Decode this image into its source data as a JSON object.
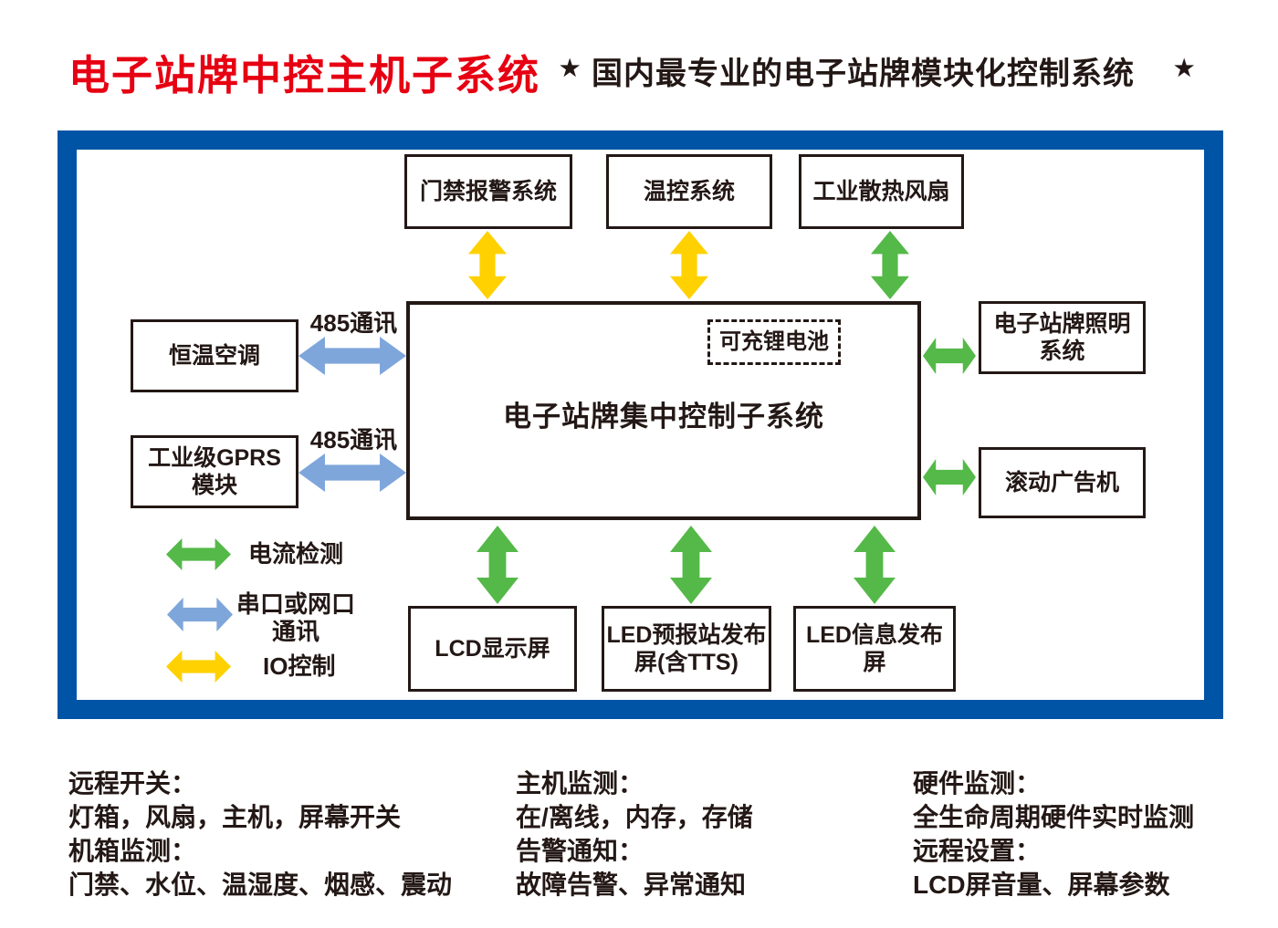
{
  "header": {
    "title": "电子站牌中控主机子系统",
    "star": "★",
    "subtitle": "国内最专业的电子站牌模块化控制系统"
  },
  "diagram": {
    "center": {
      "label": "电子站牌集中控制子系统",
      "battery": "可充锂电池"
    },
    "top_nodes": [
      {
        "label": "门禁报警系统",
        "link": "IO控制"
      },
      {
        "label": "温控系统",
        "link": "IO控制"
      },
      {
        "label": "工业散热风扇",
        "link": "电流检测"
      }
    ],
    "left_nodes": [
      {
        "label": "恒温空调",
        "link_label": "485通讯"
      },
      {
        "label": "工业级GPRS\n模块",
        "link_label": "485通讯"
      }
    ],
    "right_nodes": [
      {
        "label": "电子站牌照明\n系统",
        "link": "电流检测"
      },
      {
        "label": "滚动广告机",
        "link": "电流检测"
      }
    ],
    "bottom_nodes": [
      {
        "label": "LCD显示屏",
        "link": "电流检测"
      },
      {
        "label": "LED预报站发布\n屏(含TTS)",
        "link": "电流检测"
      },
      {
        "label": "LED信息发布屏",
        "link": "电流检测"
      }
    ],
    "legend": [
      {
        "color": "green",
        "label": "电流检测"
      },
      {
        "color": "blue",
        "label": "串口或网口\n通讯"
      },
      {
        "color": "yellow",
        "label": "IO控制"
      }
    ]
  },
  "footer": {
    "columns": [
      {
        "lines": [
          "远程开关：",
          "灯箱，风扇，主机，屏幕开关",
          "机箱监测：",
          "门禁、水位、温湿度、烟感、震动"
        ]
      },
      {
        "lines": [
          "主机监测：",
          "在/离线，内存，存储",
          "告警通知：",
          "故障告警、异常通知"
        ]
      },
      {
        "lines": [
          "硬件监测：",
          "全生命周期硬件实时监测",
          "远程设置：",
          "LCD屏音量、屏幕参数"
        ]
      }
    ]
  },
  "colors": {
    "accent_red": "#e60012",
    "frame_blue": "#0054a6",
    "arrow_green": "#54b948",
    "arrow_blue": "#7ea6db",
    "arrow_yellow": "#ffd100",
    "ink": "#231815"
  }
}
